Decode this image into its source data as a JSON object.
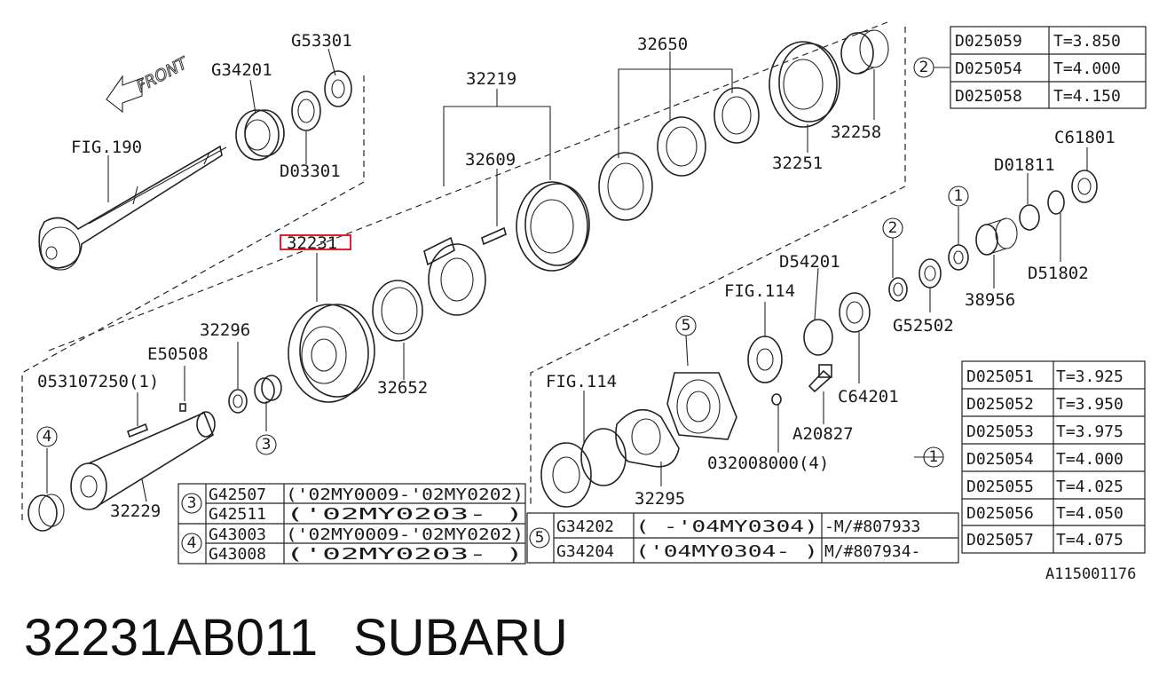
{
  "labels": {
    "g53301": "G53301",
    "g34201": "G34201",
    "fig190": "FIG.190",
    "d03301": "D03301",
    "front": "FRONT",
    "p32219": "32219",
    "p32650": "32650",
    "p32609": "32609",
    "p32231": "32231",
    "p32258": "32258",
    "p32251": "32251",
    "p32296": "32296",
    "e50508": "E50508",
    "p053107250": "053107250(1)",
    "p32652": "32652",
    "p32229": "32229",
    "c61801": "C61801",
    "d01811": "D01811",
    "d51802": "D51802",
    "d54201": "D54201",
    "fig114a": "FIG.114",
    "fig114b": "FIG.114",
    "g52502": "G52502",
    "p38956": "38956",
    "c64201": "C64201",
    "a20827": "A20827",
    "p032008000": "032008000(4)",
    "p32295": "32295",
    "ref_code": "A115001176"
  },
  "circle_refs": {
    "c1": "1",
    "c2": "2",
    "c3": "3",
    "c4": "4",
    "c5": "5",
    "t1": "1",
    "t2": "2",
    "t3": "3",
    "t4": "4",
    "t5": "5"
  },
  "table_top": [
    {
      "part": "D025059",
      "spec": "T=3.850"
    },
    {
      "part": "D025054",
      "spec": "T=4.000"
    },
    {
      "part": "D025058",
      "spec": "T=4.150"
    }
  ],
  "table_right": [
    {
      "part": "D025051",
      "spec": "T=3.925"
    },
    {
      "part": "D025052",
      "spec": "T=3.950"
    },
    {
      "part": "D025053",
      "spec": "T=3.975"
    },
    {
      "part": "D025054",
      "spec": "T=4.000"
    },
    {
      "part": "D025055",
      "spec": "T=4.025"
    },
    {
      "part": "D025056",
      "spec": "T=4.050"
    },
    {
      "part": "D025057",
      "spec": "T=4.075"
    }
  ],
  "table_left": [
    {
      "part": "G42507",
      "range": "('02MY0009-'02MY0202)"
    },
    {
      "part": "G42511",
      "range": "('02MY0203-           )"
    },
    {
      "part": "G43003",
      "range": "('02MY0009-'02MY0202)"
    },
    {
      "part": "G43008",
      "range": "('02MY0203-           )"
    }
  ],
  "table_mid": [
    {
      "part": "G34202",
      "range": "(      -'04MY0304)",
      "mnum": "-M/#807933"
    },
    {
      "part": "G34204",
      "range": "('04MY0304-       )",
      "mnum": "M/#807934-"
    }
  ],
  "caption": {
    "part_number": "32231AB011",
    "brand": "SUBARU"
  },
  "colors": {
    "highlight": "#e0202a",
    "ink": "#222222"
  }
}
